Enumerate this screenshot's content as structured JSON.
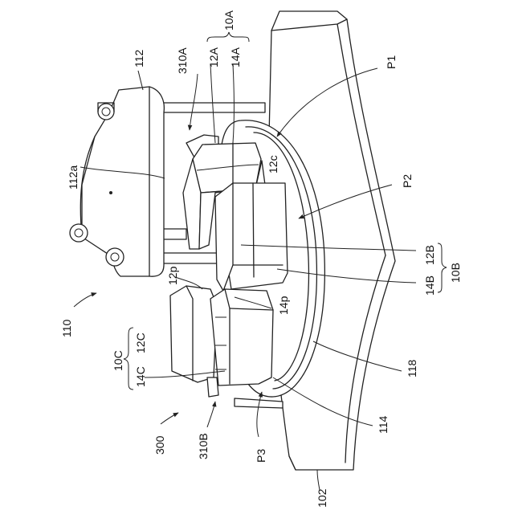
{
  "figure": {
    "labels": {
      "l110": "110",
      "l112": "112",
      "l112a": "112a",
      "l310A": "310A",
      "l12A": "12A",
      "l14A": "14A",
      "l10A": "10A",
      "lP1": "P1",
      "l12c": "12c",
      "lP2": "P2",
      "l12B": "12B",
      "l14B": "14B",
      "l10B": "10B",
      "l12p": "12p",
      "l14p": "14p",
      "l10C": "10C",
      "l12C": "12C",
      "l14C": "14C",
      "l118": "118",
      "l300": "300",
      "l310B": "310B",
      "lP3": "P3",
      "l114": "114",
      "l102": "102"
    },
    "colors": {
      "line": "#222222",
      "background": "#ffffff"
    }
  }
}
